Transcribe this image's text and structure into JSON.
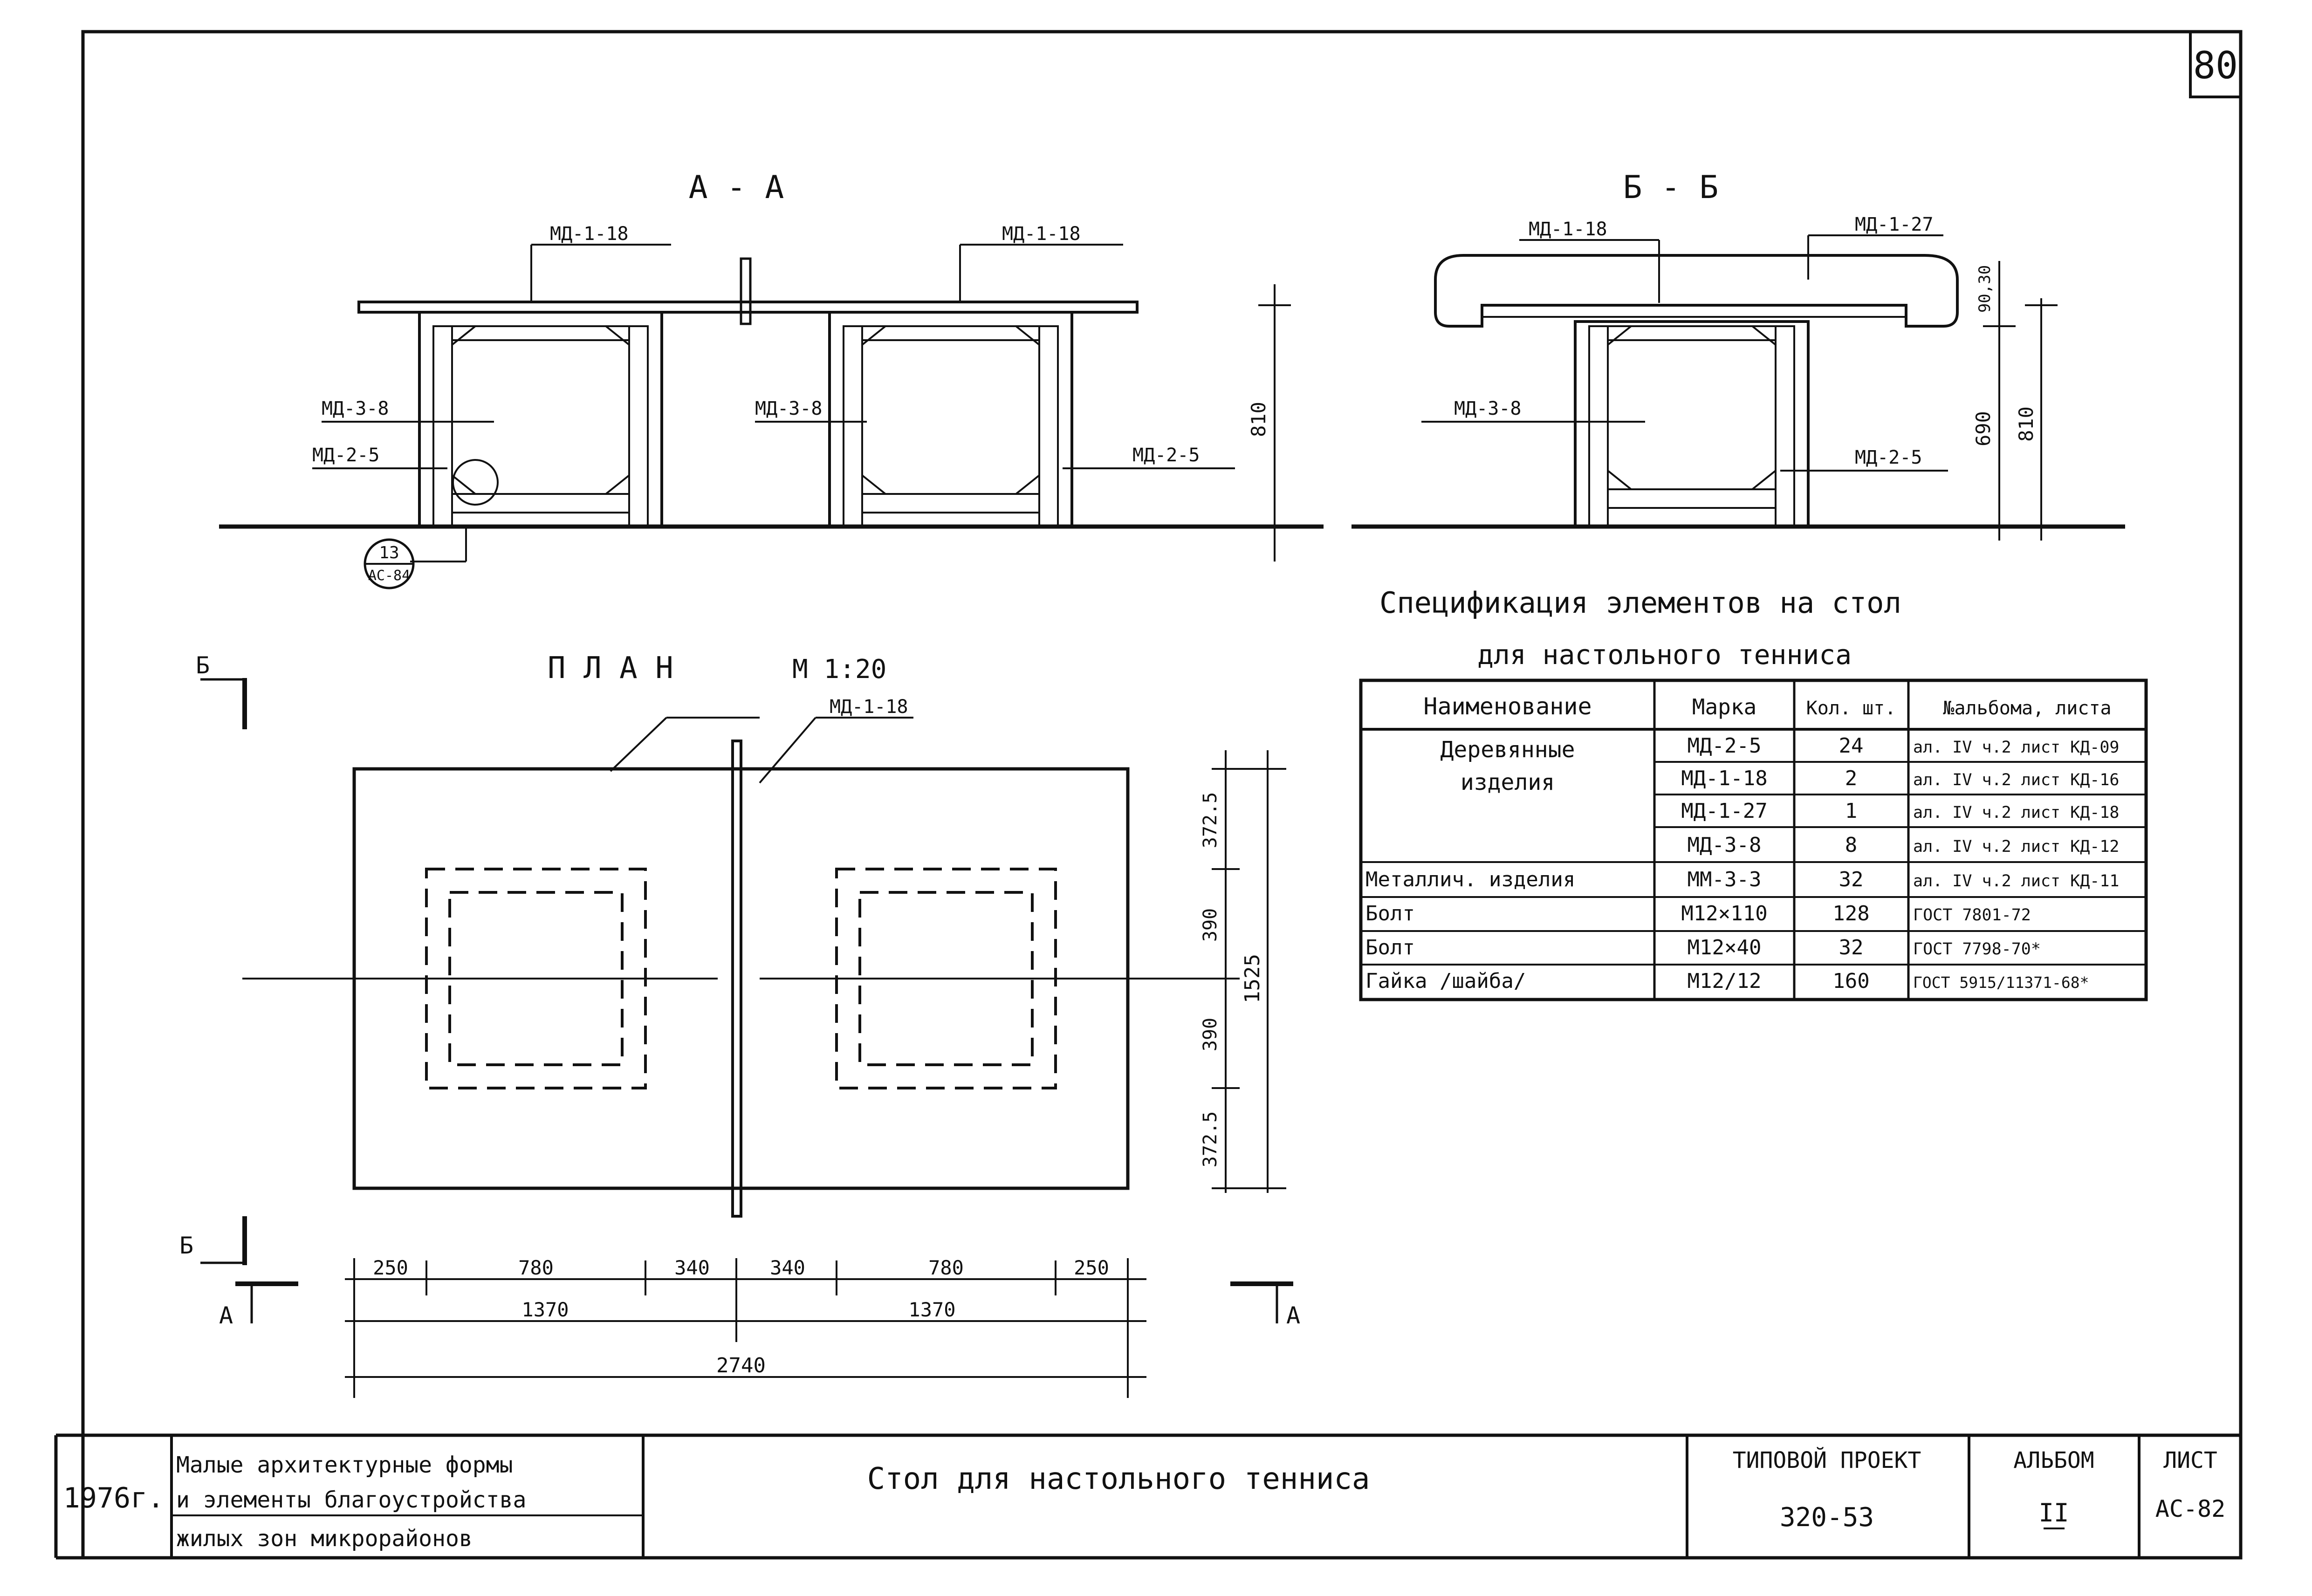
{
  "sheet_corner_number": "80",
  "section_aa": {
    "title": "А - А",
    "labels": {
      "top_left": "МД-1-18",
      "top_right": "МД-1-18",
      "side_left_upper": "МД-3-8",
      "side_left_lower": "МД-2-5",
      "center": "МД-3-8",
      "side_right": "МД-2-5",
      "detail_ref_top": "13",
      "detail_ref_bottom": "АС-84",
      "height_dim": "810"
    }
  },
  "section_bb": {
    "title": "Б - Б",
    "labels": {
      "top_left": "МД-1-18",
      "top_right": "МД-1-27",
      "side_left": "МД-3-8",
      "side_right": "МД-2-5",
      "dim_top": "90,30",
      "dim_mid": "690",
      "dim_total": "810"
    }
  },
  "plan": {
    "title_left": "П Л А Н",
    "title_right": "М  1:20",
    "top_label": "МД-1-18",
    "section_marks": {
      "b_top": "Б",
      "b_bottom": "Б",
      "a_left": "А",
      "a_right": "А"
    },
    "vertical_dims": [
      "372.5",
      "390",
      "390",
      "372.5"
    ],
    "vertical_total": "1525",
    "horizontal_dims": [
      "250",
      "780",
      "340",
      "340",
      "780",
      "250"
    ],
    "horizontal_halves": [
      "1370",
      "1370"
    ],
    "horizontal_total": "2740"
  },
  "spec": {
    "title_line1": "Спецификация элементов на стол",
    "title_line2": "для настольного тенниса",
    "headers": [
      "Наименование",
      "Марка",
      "Кол. шт.",
      "№альбома, листа"
    ],
    "rows": [
      {
        "name": "Деревянные",
        "mark": "МД-2-5",
        "qty": "24",
        "ref": "ал. IV ч.2 лист КД-09"
      },
      {
        "name": "изделия",
        "mark": "МД-1-18",
        "qty": "2",
        "ref": "ал. IV ч.2 лист КД-16"
      },
      {
        "name": "",
        "mark": "МД-1-27",
        "qty": "1",
        "ref": "ал. IV ч.2 лист КД-18"
      },
      {
        "name": "",
        "mark": "МД-3-8",
        "qty": "8",
        "ref": "ал. IV ч.2 лист КД-12"
      },
      {
        "name": "Металлич. изделия",
        "mark": "ММ-3-3",
        "qty": "32",
        "ref": "ал. IV ч.2 лист КД-11"
      },
      {
        "name": "Болт",
        "mark": "М12×110",
        "qty": "128",
        "ref": "ГОСТ 7801-72"
      },
      {
        "name": "Болт",
        "mark": "М12×40",
        "qty": "32",
        "ref": "ГОСТ 7798-70*"
      },
      {
        "name": "Гайка /шайба/",
        "mark": "М12/12",
        "qty": "160",
        "ref": "ГОСТ 5915/11371-68*"
      }
    ]
  },
  "title_block": {
    "year": "1976г.",
    "series_line1": "Малые архитектурные формы",
    "series_line2": "и элементы благоустройства",
    "series_line3": "жилых зон микрорайонов",
    "drawing_title": "Стол для настольного тенниса",
    "project_label": "ТИПОВОЙ ПРОЕКТ",
    "project_number": "320-53",
    "album_label": "АЛЬБОМ",
    "album_number": "II",
    "sheet_label": "ЛИСТ",
    "sheet_number": "АС-82"
  }
}
